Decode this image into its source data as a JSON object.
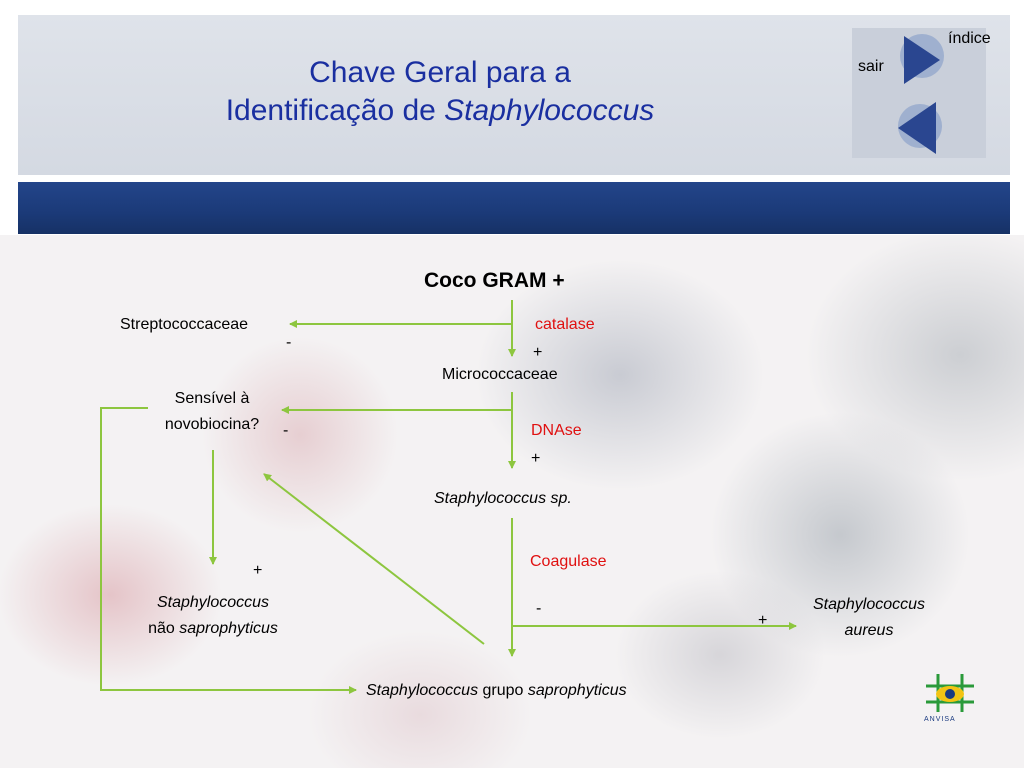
{
  "title": {
    "line1": "Chave Geral para a",
    "line2_prefix": "Identificação de ",
    "line2_italic": "Staphylococcus"
  },
  "nav": {
    "sair_label": "sair",
    "indice_label": "índice"
  },
  "nodes": {
    "root": "Coco GRAM +",
    "streptococcaceae": "Streptococcaceae",
    "catalase": "catalase",
    "catalase_minus": "-",
    "catalase_plus": "+",
    "micrococcaceae": "Micrococcaceae",
    "novobiocina_line1": "Sensível à",
    "novobiocina_line2": "novobiocina?",
    "dnase": "DNAse",
    "dnase_minus": "-",
    "dnase_plus": "+",
    "staph_sp": "Staphylococcus sp.",
    "coagulase": "Coagulase",
    "coagulase_minus": "-",
    "coagulase_plus": "+",
    "novo_plus": "+",
    "nao_sapro_line1": "Staphylococcus",
    "nao_sapro_line2_prefix": "não ",
    "nao_sapro_line2_italic": "saprophyticus",
    "aureus_line1": "Staphylococcus",
    "aureus_line2": "aureus",
    "grupo_italic1": "Staphylococcus",
    "grupo_mid": " grupo ",
    "grupo_italic2": "saprophyticus"
  },
  "logo": {
    "label": "ANVISA"
  },
  "colors": {
    "title": "#1a2fa0",
    "arrow": "#8dc63f",
    "test_label": "#e01010",
    "header_bar": "#1b3a78"
  }
}
